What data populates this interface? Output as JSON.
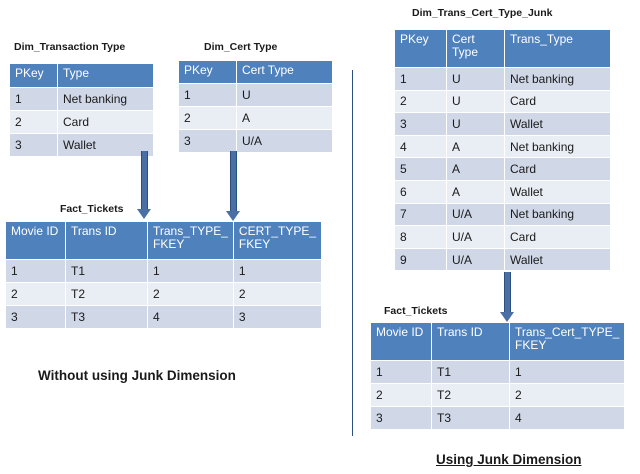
{
  "captions": {
    "dim_transaction_type": "Dim_Transaction Type",
    "dim_cert_type": "Dim_Cert Type",
    "dim_junk": "Dim_Trans_Cert_Type_Junk",
    "fact_left": "Fact_Tickets",
    "fact_right": "Fact_Tickets"
  },
  "labels": {
    "without": "Without using Junk Dimension",
    "with": "Using Junk Dimension"
  },
  "tables": {
    "dim_transaction_type": {
      "headers": [
        "PKey",
        "Type"
      ],
      "rows": [
        [
          "1",
          "Net banking"
        ],
        [
          "2",
          "Card"
        ],
        [
          "3",
          "Wallet"
        ]
      ]
    },
    "dim_cert_type": {
      "headers": [
        "PKey",
        "Cert Type"
      ],
      "rows": [
        [
          "1",
          "U"
        ],
        [
          "2",
          "A"
        ],
        [
          "3",
          "U/A"
        ]
      ]
    },
    "fact_left": {
      "headers": [
        "Movie ID",
        "Trans ID",
        "Trans_TYPE_ FKEY",
        "CERT_TYPE_ FKEY"
      ],
      "rows": [
        [
          "1",
          "T1",
          "1",
          "1"
        ],
        [
          "2",
          "T2",
          "2",
          "2"
        ],
        [
          "3",
          "T3",
          "4",
          "3"
        ]
      ]
    },
    "dim_junk": {
      "headers": [
        "PKey",
        "Cert Type",
        "Trans_Type"
      ],
      "rows": [
        [
          "1",
          "U",
          "Net banking"
        ],
        [
          "2",
          "U",
          "Card"
        ],
        [
          "3",
          "U",
          "Wallet"
        ],
        [
          "4",
          "A",
          "Net banking"
        ],
        [
          "5",
          "A",
          "Card"
        ],
        [
          "6",
          "A",
          "Wallet"
        ],
        [
          "7",
          "U/A",
          "Net banking"
        ],
        [
          "8",
          "U/A",
          "Card"
        ],
        [
          "9",
          "U/A",
          "Wallet"
        ]
      ]
    },
    "fact_right": {
      "headers": [
        "Movie ID",
        "Trans ID",
        "Trans_Cert_TYPE_ FKEY"
      ],
      "rows": [
        [
          "1",
          "T1",
          "1"
        ],
        [
          "2",
          "T2",
          "2"
        ],
        [
          "3",
          "T3",
          "4"
        ]
      ]
    }
  }
}
